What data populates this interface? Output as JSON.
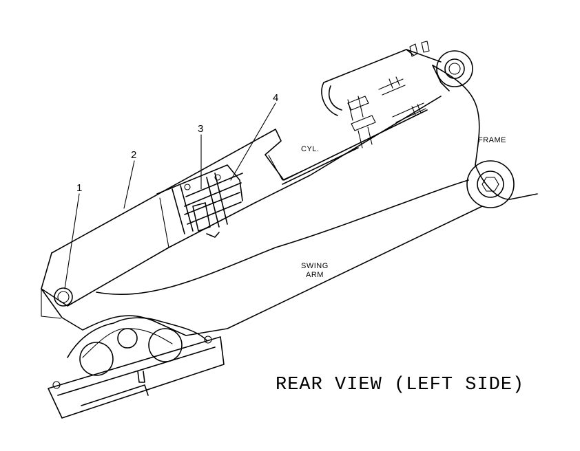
{
  "diagram": {
    "title": "REAR VIEW (LEFT SIDE)",
    "callouts": [
      "1",
      "2",
      "3",
      "4"
    ],
    "part_labels": {
      "cylinder": "CYL.",
      "frame": "FRAME",
      "swing_arm_line1": "SWING",
      "swing_arm_line2": "ARM"
    }
  }
}
